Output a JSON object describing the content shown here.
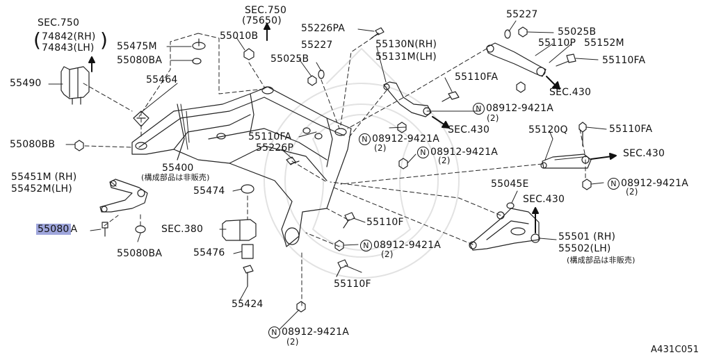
{
  "diagram_code": "A431C051",
  "note_jp": "(構成部品は非販売)",
  "circled_letter": "N",
  "highlight_color": "#9fa6dc",
  "labels": {
    "sec750_top": "SEC.750",
    "sec750_top_code": "(75650)",
    "sec750_left": "SEC.750",
    "rh_74842": "74842(RH)",
    "lh_74843": "74843(LH)",
    "p55475M": "55475M",
    "p55080BA_top": "55080BA",
    "p55010B": "55010B",
    "p55226PA": "55226PA",
    "p55227_mid": "55227",
    "p55025B_mid": "55025B",
    "p55130N": "55130N(RH)",
    "p55131M": "55131M(LH)",
    "p55110FA_a": "55110FA",
    "p55227_right": "55227",
    "p55025B_right": "55025B",
    "p55110P": "55110P",
    "p55152M": "55152M",
    "p55110FA_b": "55110FA",
    "sec430_a": "SEC.430",
    "p55490": "55490",
    "p55464": "55464",
    "p55080BB": "55080BB",
    "p55110FA_c": "55110FA",
    "p55226P": "55226P",
    "p55400": "55400",
    "p55451M": "55451M (RH)",
    "p55452M": "55452M(LH)",
    "p55080A": "55080",
    "p55080A_suffix": "A",
    "p55080BA_bottom": "55080BA",
    "p55474": "55474",
    "sec380": "SEC.380",
    "p55476": "55476",
    "p55424": "55424",
    "p55110F_a": "55110F",
    "p55110F_b": "55110F",
    "sec430_b": "SEC.430",
    "p55120Q": "55120Q",
    "p55110FA_d": "55110FA",
    "sec430_c": "SEC.430",
    "p55045E": "55045E",
    "sec430_d": "SEC.430",
    "p55501": "55501 (RH)",
    "p55502": "55502(LH)"
  },
  "nut_refs": [
    {
      "code": "08912-9421A",
      "qty": "(2)"
    },
    {
      "code": "08912-9421A",
      "qty": "(2)"
    },
    {
      "code": "08912-9421A",
      "qty": "(2)"
    },
    {
      "code": "08912-9421A",
      "qty": "(2)"
    },
    {
      "code": "08912-9421A",
      "qty": "(2)"
    },
    {
      "code": "08912-9421A",
      "qty": "(2)"
    }
  ]
}
